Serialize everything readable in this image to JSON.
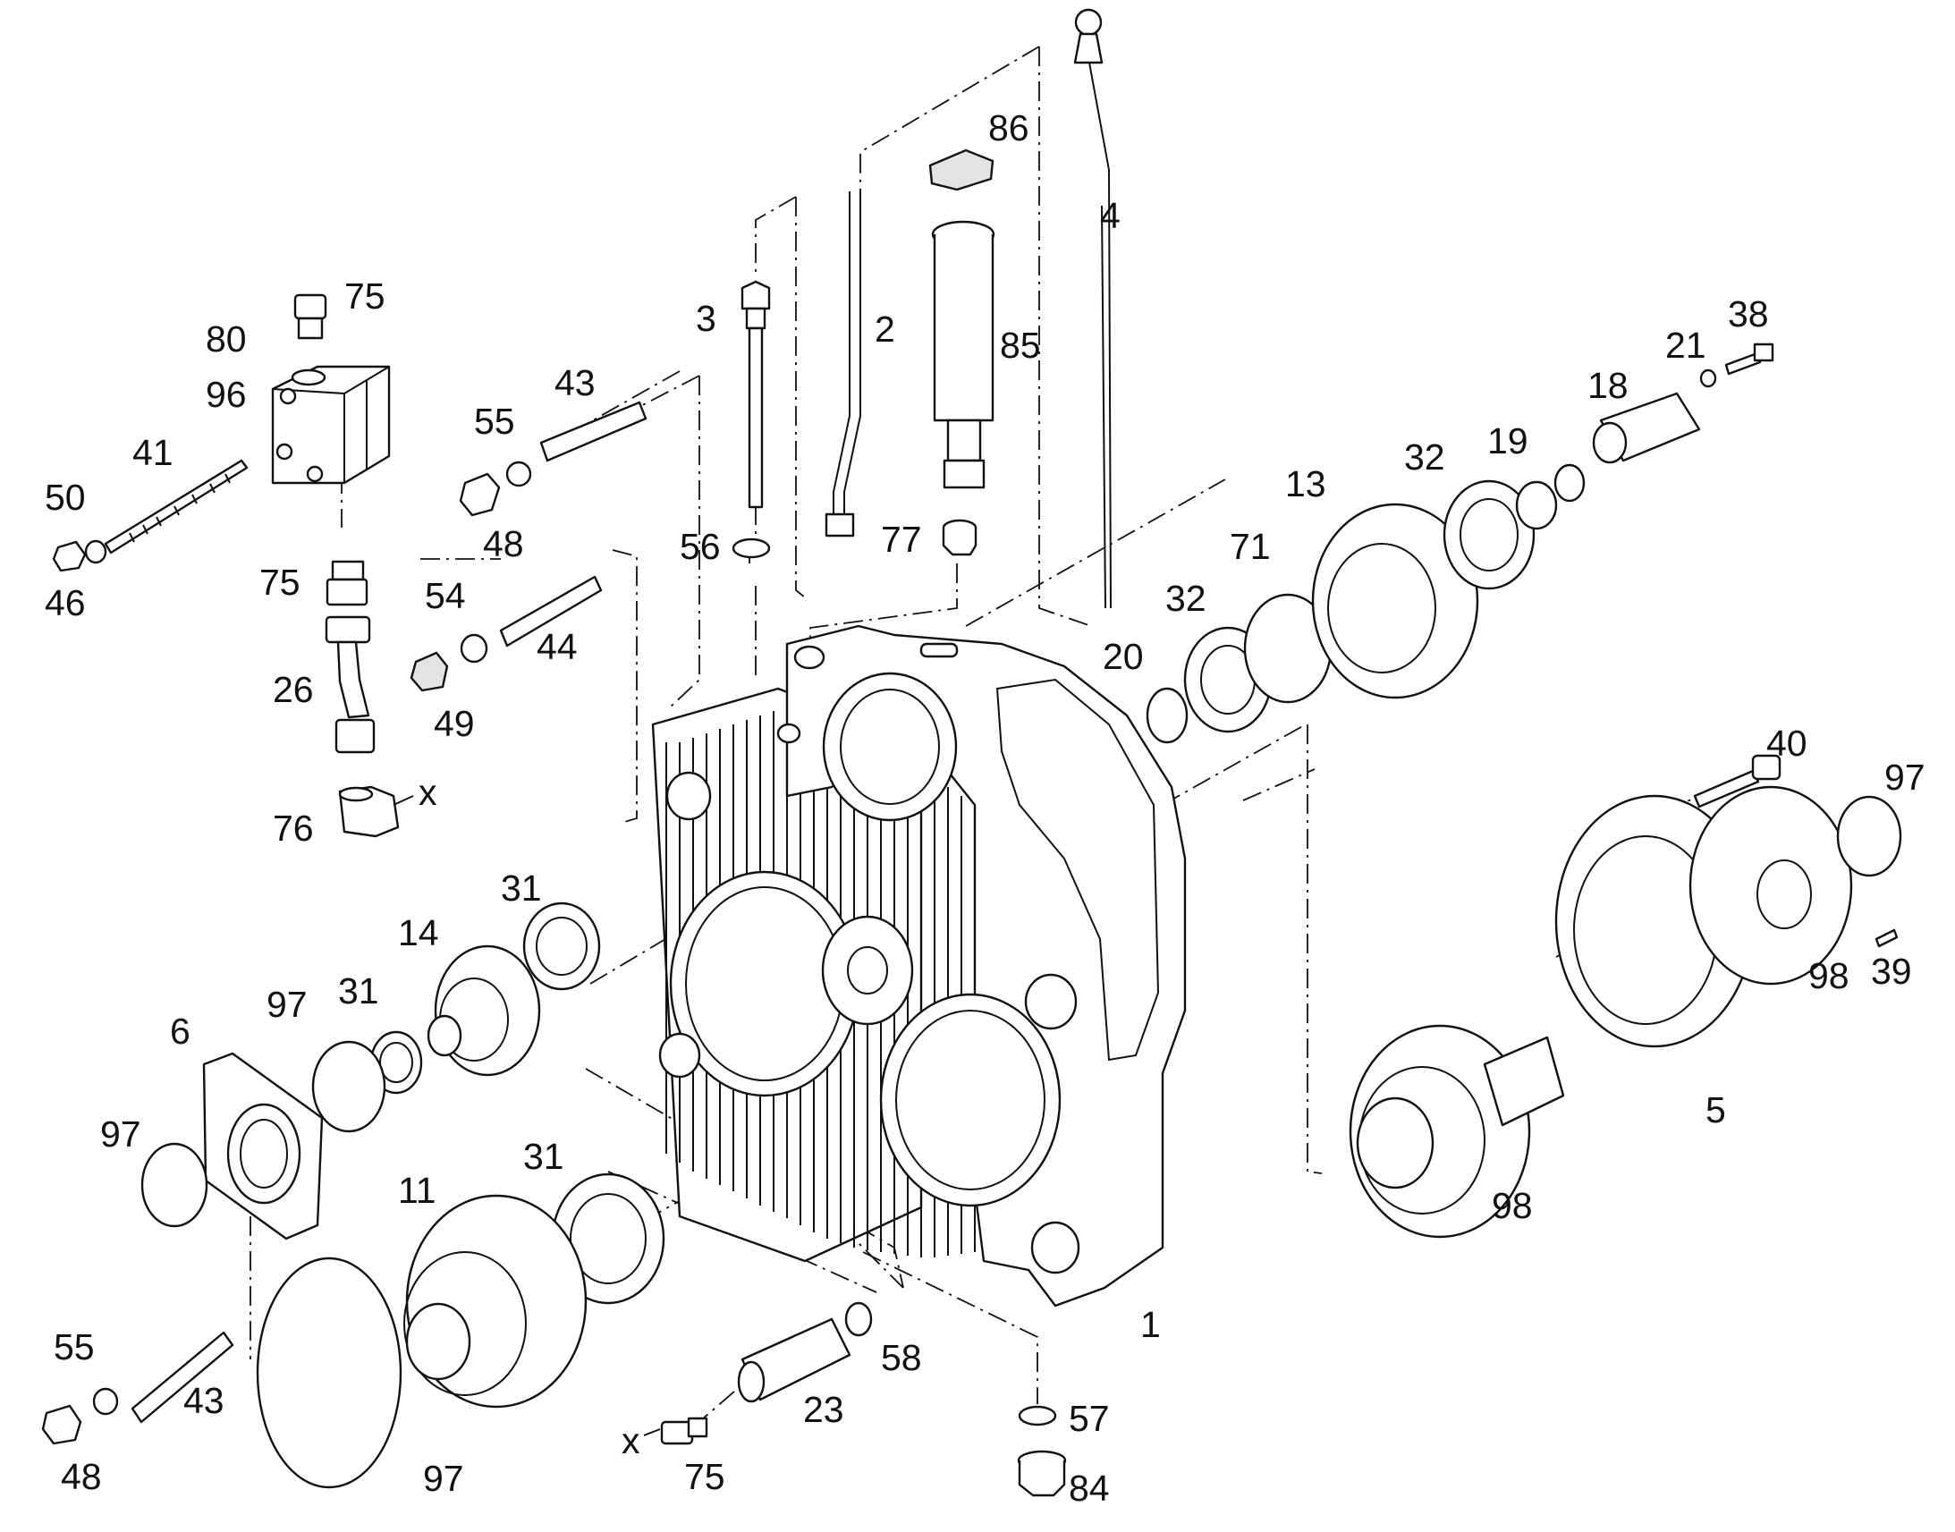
{
  "diagram": {
    "background_color": "#ffffff",
    "line_color": "#111111",
    "callouts": [
      {
        "id": "c1",
        "text": "1"
      },
      {
        "id": "c2",
        "text": "2"
      },
      {
        "id": "c3",
        "text": "3"
      },
      {
        "id": "c4",
        "text": "4"
      },
      {
        "id": "c5",
        "text": "5"
      },
      {
        "id": "c6",
        "text": "6"
      },
      {
        "id": "c11",
        "text": "11"
      },
      {
        "id": "c13",
        "text": "13"
      },
      {
        "id": "c14",
        "text": "14"
      },
      {
        "id": "c18",
        "text": "18"
      },
      {
        "id": "c19",
        "text": "19"
      },
      {
        "id": "c20",
        "text": "20"
      },
      {
        "id": "c21",
        "text": "21"
      },
      {
        "id": "c23",
        "text": "23"
      },
      {
        "id": "c26",
        "text": "26"
      },
      {
        "id": "c31a",
        "text": "31"
      },
      {
        "id": "c31b",
        "text": "31"
      },
      {
        "id": "c31c",
        "text": "31"
      },
      {
        "id": "c32a",
        "text": "32"
      },
      {
        "id": "c32b",
        "text": "32"
      },
      {
        "id": "c38",
        "text": "38"
      },
      {
        "id": "c39",
        "text": "39"
      },
      {
        "id": "c40",
        "text": "40"
      },
      {
        "id": "c41",
        "text": "41"
      },
      {
        "id": "c43a",
        "text": "43"
      },
      {
        "id": "c43b",
        "text": "43"
      },
      {
        "id": "c44",
        "text": "44"
      },
      {
        "id": "c46",
        "text": "46"
      },
      {
        "id": "c48a",
        "text": "48"
      },
      {
        "id": "c48b",
        "text": "48"
      },
      {
        "id": "c49",
        "text": "49"
      },
      {
        "id": "c50",
        "text": "50"
      },
      {
        "id": "c54",
        "text": "54"
      },
      {
        "id": "c55a",
        "text": "55"
      },
      {
        "id": "c55b",
        "text": "55"
      },
      {
        "id": "c56",
        "text": "56"
      },
      {
        "id": "c57",
        "text": "57"
      },
      {
        "id": "c58",
        "text": "58"
      },
      {
        "id": "c71",
        "text": "71"
      },
      {
        "id": "c75a",
        "text": "75"
      },
      {
        "id": "c75b",
        "text": "75"
      },
      {
        "id": "c75c",
        "text": "75"
      },
      {
        "id": "c76",
        "text": "76"
      },
      {
        "id": "c77",
        "text": "77"
      },
      {
        "id": "c80",
        "text": "80"
      },
      {
        "id": "c84",
        "text": "84"
      },
      {
        "id": "c85",
        "text": "85"
      },
      {
        "id": "c86",
        "text": "86"
      },
      {
        "id": "c96",
        "text": "96"
      },
      {
        "id": "c97a",
        "text": "97"
      },
      {
        "id": "c97b",
        "text": "97"
      },
      {
        "id": "c97c",
        "text": "97"
      },
      {
        "id": "c97d",
        "text": "97"
      },
      {
        "id": "c98a",
        "text": "98"
      },
      {
        "id": "c98b",
        "text": "98"
      },
      {
        "id": "cxa",
        "text": "x"
      },
      {
        "id": "cxb",
        "text": "x"
      }
    ]
  }
}
